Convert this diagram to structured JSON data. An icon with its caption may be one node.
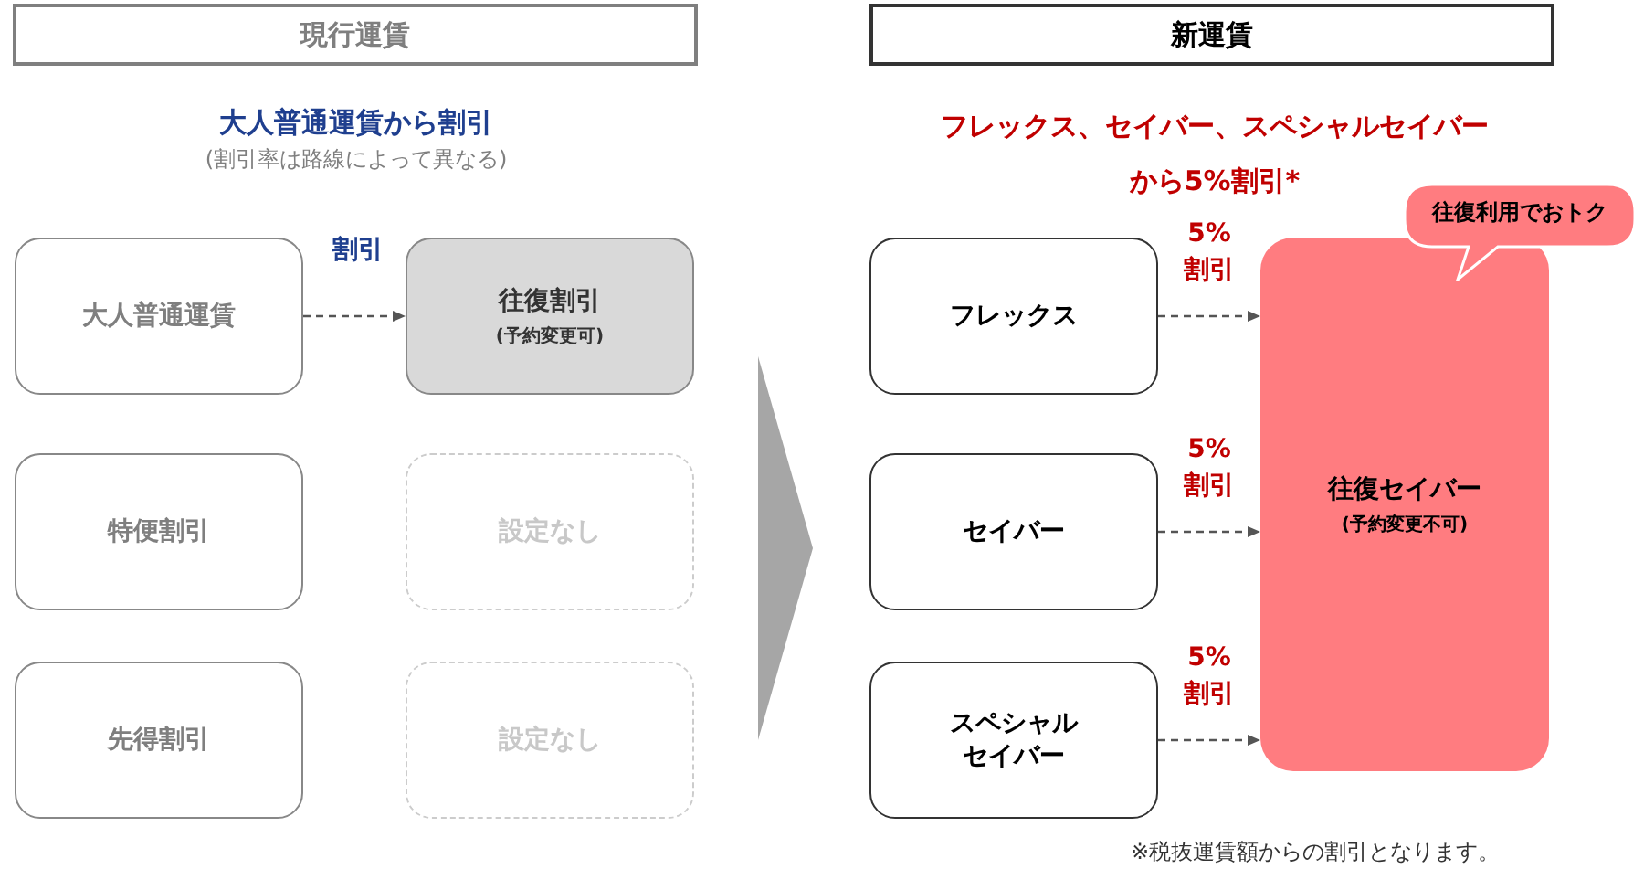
{
  "diagram": {
    "nodes": [
      {
        "text": [
          "現行運賃"
        ]
      },
      {
        "text": [
          "新運賃"
        ]
      },
      {
        "text": [
          "大人普通運賃"
        ]
      },
      {
        "text": [
          "往復割引",
          "(予約変更可)"
        ]
      },
      {
        "text": [
          "特便割引"
        ]
      },
      {
        "text": [
          "設定なし"
        ]
      },
      {
        "text": [
          "先得割引"
        ]
      },
      {
        "text": [
          "設定なし"
        ]
      },
      {
        "text": [
          "フレックス"
        ]
      },
      {
        "text": [
          "セイバー"
        ]
      },
      {
        "text": [
          "スペシャルセイバー"
        ]
      },
      {
        "text": [
          "往復セイバー",
          "(予約変更不可)"
        ]
      },
      {
        "text": [
          "往復利用でおトク"
        ]
      }
    ],
    "edges": [
      {
        "from": 2,
        "to": 3,
        "arrow": "to",
        "label": "割引",
        "style": "dashed"
      },
      {
        "from": 8,
        "to": 11,
        "arrow": "to",
        "label": "5%割引",
        "style": "dashed"
      },
      {
        "from": 9,
        "to": 11,
        "arrow": "to",
        "label": "5%割引",
        "style": "dashed"
      },
      {
        "from": 10,
        "to": 11,
        "arrow": "to",
        "label": "5%割引",
        "style": "dashed"
      }
    ],
    "labels": [
      "大人普通運賃から割引",
      "(割引率は路線によって異なる)",
      "フレックス、セイバー、スペシャルセイバーから5%割引*",
      "※税抜運賃額からの割引となります。"
    ]
  }
}
